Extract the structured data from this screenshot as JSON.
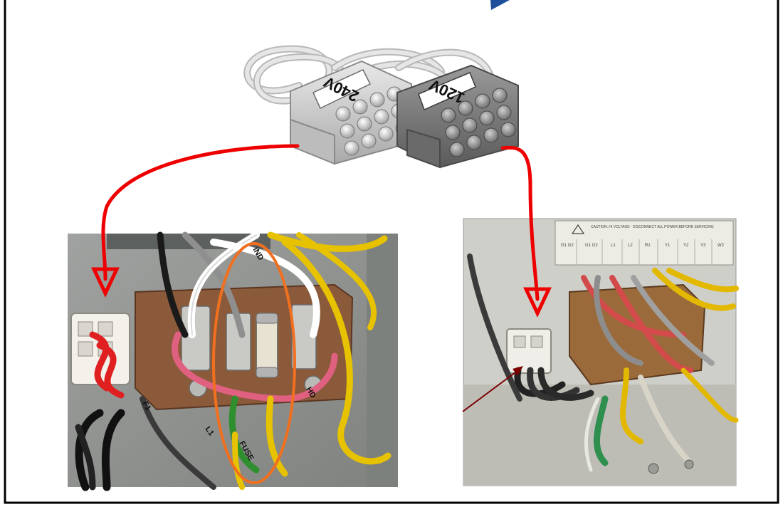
{
  "connector": {
    "label_240": "240V",
    "label_120": "120V"
  },
  "panel_right": {
    "label_caution": "CAUTION: HI VOLTAGE - DISCONNECT ALL POWER BEFORE SERVICING",
    "terminals": [
      "G1 G2",
      "G1 G2",
      "L1",
      "L2",
      "R1",
      "Y1",
      "Y2",
      "Y3",
      "W2"
    ]
  },
  "wire_labels": {
    "ind": "IND",
    "fuse": "FUSE",
    "f1": "F1",
    "l1": "L1",
    "hd": "HD"
  },
  "colors": {
    "frame": "#000000",
    "arrow": "#ee0000",
    "highlight": "#f07020",
    "pointer": "#7a0000",
    "corner_accent": "#1f4f9a"
  }
}
